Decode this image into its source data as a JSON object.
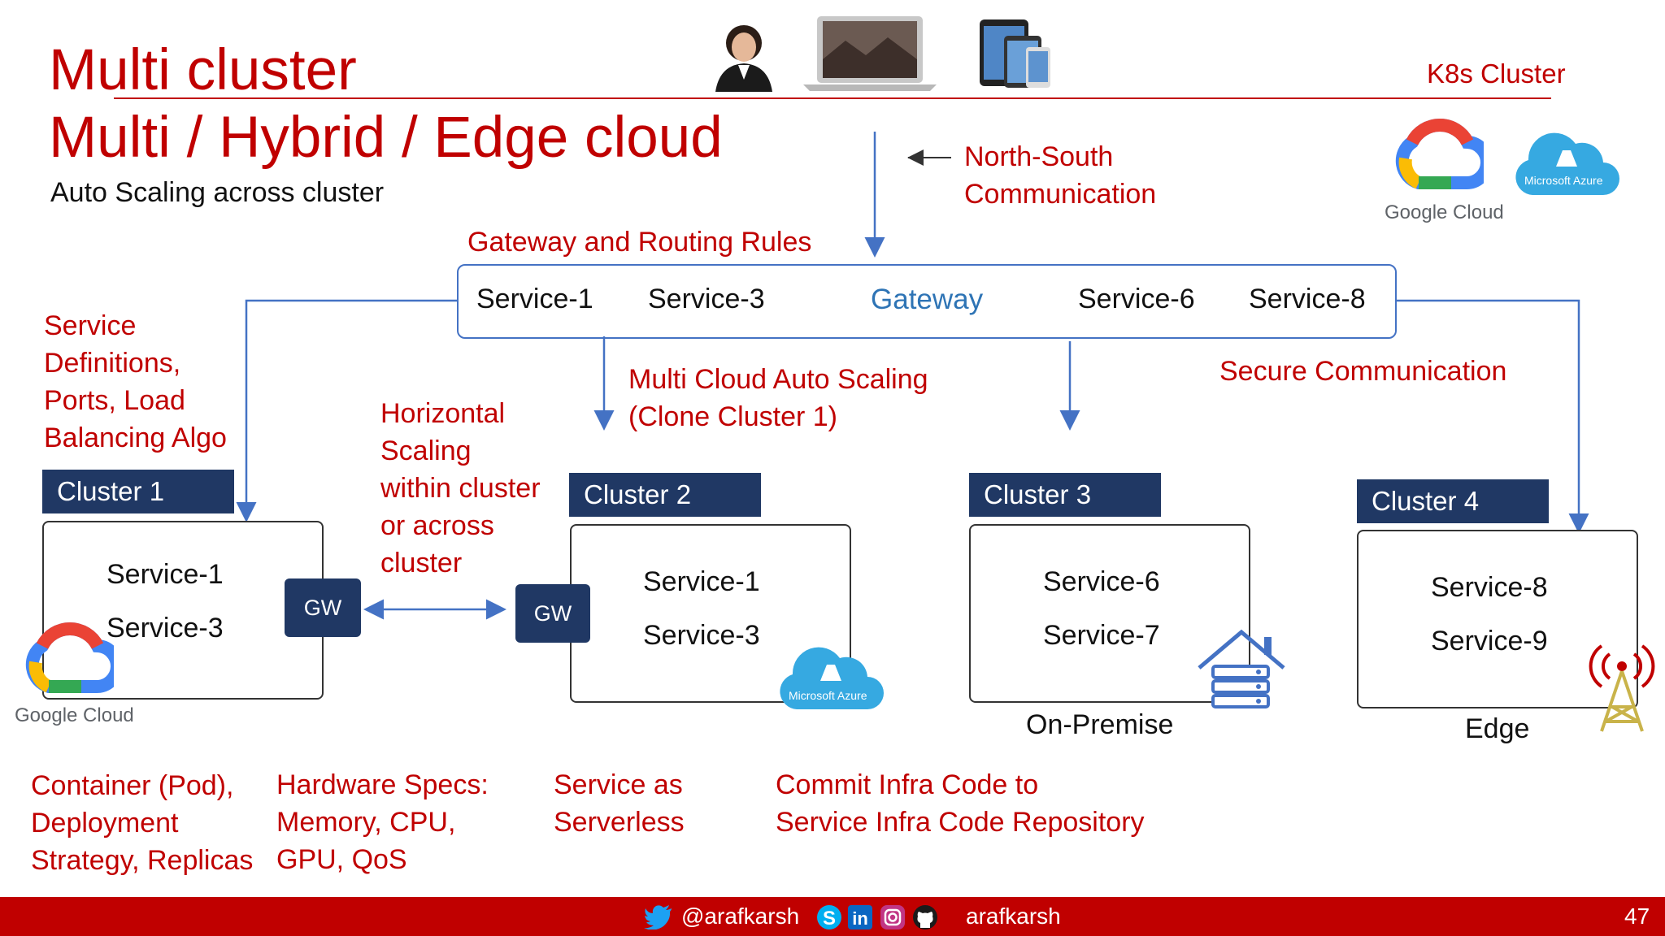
{
  "header": {
    "title_line1": "Multi cluster",
    "title_line2": "Multi / Hybrid / Edge cloud",
    "subtitle": "Auto Scaling across cluster",
    "k8s_label": "K8s Cluster"
  },
  "annotations": {
    "north_south": "North-South\nCommunication",
    "gateway_rules": "Gateway and Routing Rules",
    "service_definitions": "Service\nDefinitions,\nPorts, Load\nBalancing Algo",
    "horizontal_scaling": "Horizontal\nScaling\nwithin cluster\nor across\ncluster",
    "multi_cloud": "Multi Cloud Auto Scaling\n(Clone Cluster 1)",
    "secure": "Secure Communication"
  },
  "gateway": {
    "items": [
      "Service-1",
      "Service-3",
      "Gateway",
      "Service-6",
      "Service-8"
    ]
  },
  "clusters": [
    {
      "title": "Cluster 1",
      "services": [
        "Service-1",
        "Service-3"
      ],
      "gw": "GW",
      "logo_text": "Google Cloud"
    },
    {
      "title": "Cluster 2",
      "services": [
        "Service-1",
        "Service-3"
      ],
      "gw": "GW",
      "logo_text": "Microsoft Azure"
    },
    {
      "title": "Cluster 3",
      "services": [
        "Service-6",
        "Service-7"
      ],
      "caption": "On-Premise"
    },
    {
      "title": "Cluster 4",
      "services": [
        "Service-8",
        "Service-9"
      ],
      "caption": "Edge"
    }
  ],
  "logos": {
    "google": "Google Cloud",
    "azure": "Microsoft Azure"
  },
  "bottom": {
    "container": "Container (Pod),\nDeployment\nStrategy, Replicas",
    "hardware": "Hardware Specs:\nMemory, CPU,\nGPU, QoS",
    "serverless": "Service as\nServerless",
    "commit": "Commit Infra Code to\nService Infra Code Repository"
  },
  "footer": {
    "twitter": "@arafkarsh",
    "handle": "arafkarsh",
    "page": "47"
  },
  "colors": {
    "accent_red": "#c00000",
    "navy": "#203864",
    "line_blue": "#4472c4",
    "gateway_blue": "#2e74b5"
  }
}
